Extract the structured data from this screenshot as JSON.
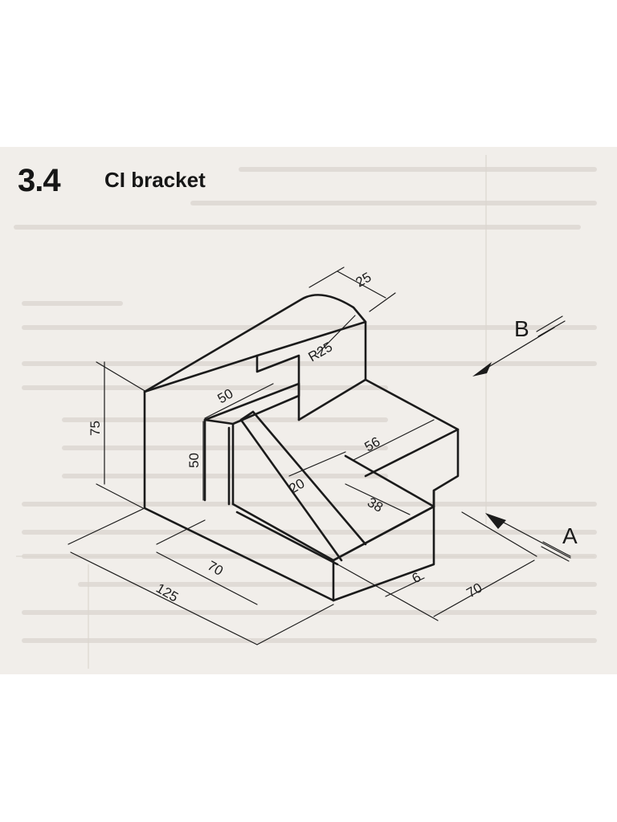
{
  "section": {
    "number": "3.4",
    "title": "CI bracket"
  },
  "dimensions": {
    "d25": "25",
    "r25": "R25",
    "d50_top": "50",
    "d75": "75",
    "d50_side": "50",
    "d56": "56",
    "d20": "20",
    "d38": "38",
    "d70_front": "70",
    "d125": "125",
    "d6": "6",
    "d70_right": "70"
  },
  "views": {
    "a": "A",
    "b": "B"
  }
}
